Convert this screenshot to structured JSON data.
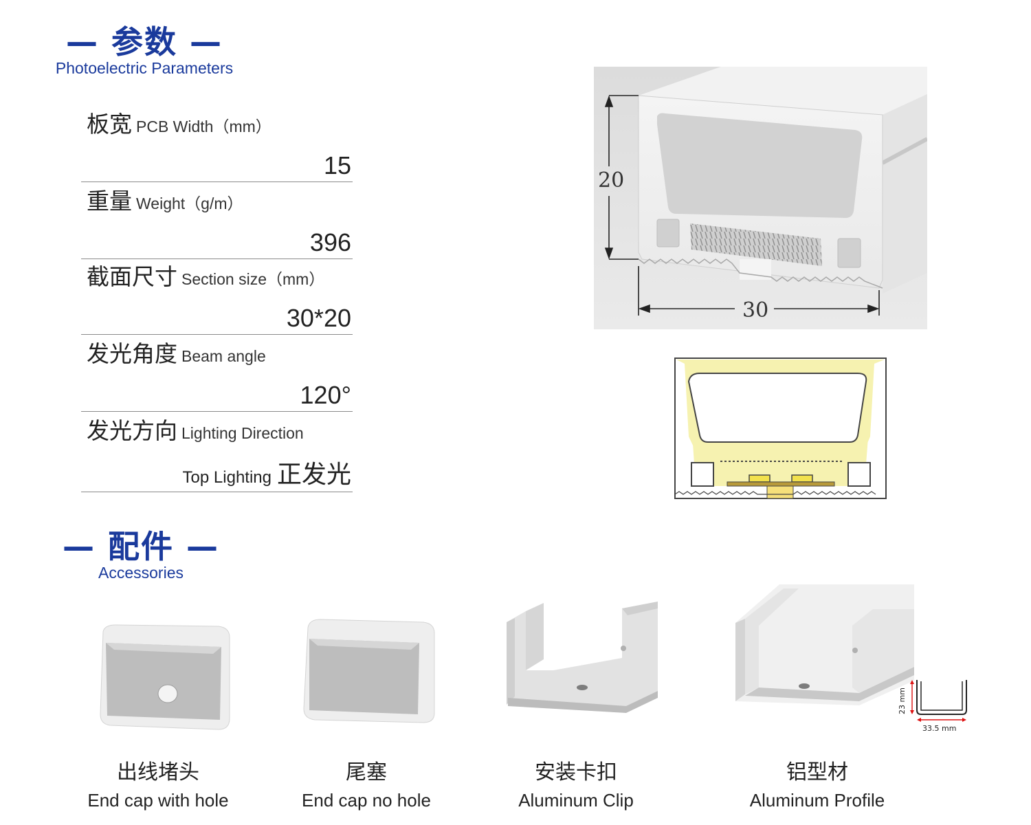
{
  "params_section": {
    "title_zh": "— 参数 —",
    "title_en": "Photoelectric Parameters",
    "rows": [
      {
        "label_zh": "板宽",
        "label_en": "PCB Width（mm）",
        "value": "15",
        "value_prefix": ""
      },
      {
        "label_zh": "重量",
        "label_en": "Weight（g/m）",
        "value": "396",
        "value_prefix": ""
      },
      {
        "label_zh": "截面尺寸",
        "label_en": "Section size（mm）",
        "value": "30*20",
        "value_prefix": ""
      },
      {
        "label_zh": "发光角度",
        "label_en": "Beam angle",
        "value": "120°",
        "value_prefix": ""
      },
      {
        "label_zh": "发光方向",
        "label_en": "Lighting Direction",
        "value": "正发光",
        "value_prefix": "Top Lighting"
      }
    ]
  },
  "diagram": {
    "height_label": "20",
    "width_label": "30"
  },
  "accessories_section": {
    "title_zh": "— 配件 —",
    "title_en": "Accessories",
    "items": [
      {
        "name_zh": "出线堵头",
        "name_en": "End cap with hole"
      },
      {
        "name_zh": "尾塞",
        "name_en": "End cap no hole"
      },
      {
        "name_zh": "安装卡扣",
        "name_en": "Aluminum Clip"
      },
      {
        "name_zh": "铝型材",
        "name_en": "Aluminum Profile"
      }
    ],
    "profile_dims": {
      "height": "23 mm",
      "width": "33.5 mm"
    }
  },
  "colors": {
    "brand_blue": "#1a3a9c",
    "glow_yellow": "#f6f2b0"
  }
}
